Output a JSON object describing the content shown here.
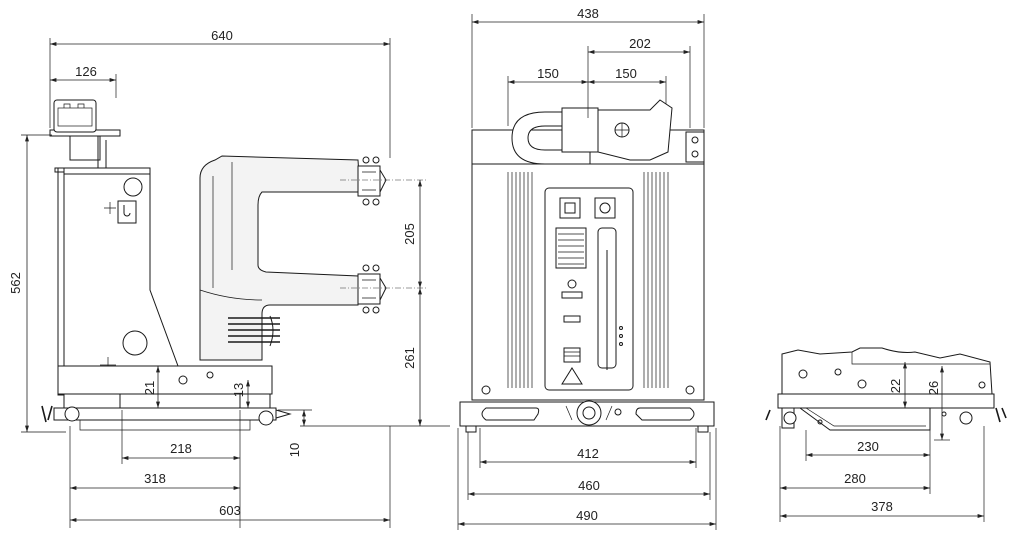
{
  "views": {
    "side": {
      "dims": {
        "d640": "640",
        "d126": "126",
        "d562": "562",
        "d205": "205",
        "d261": "261",
        "d21": "21",
        "d13": "13",
        "d218": "218",
        "d10": "10",
        "d318": "318",
        "d603": "603"
      }
    },
    "front": {
      "dims": {
        "d438": "438",
        "d202": "202",
        "d150a": "150",
        "d150b": "150",
        "d412": "412",
        "d460": "460",
        "d490": "490"
      }
    },
    "truck": {
      "dims": {
        "d22": "22",
        "d26": "26",
        "d230": "230",
        "d280": "280",
        "d378": "378"
      }
    }
  }
}
